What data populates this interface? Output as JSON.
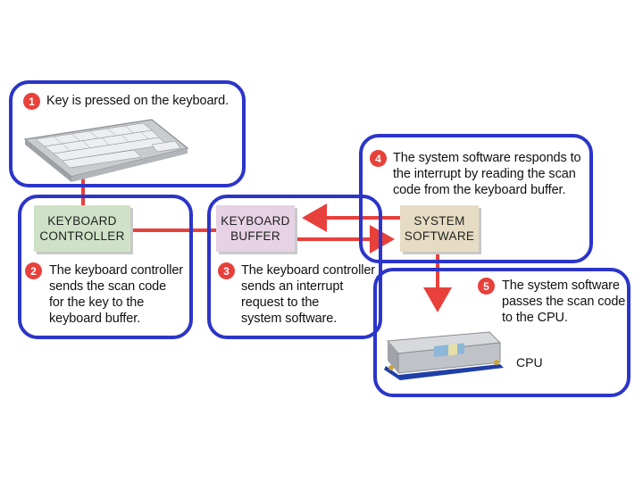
{
  "steps": [
    {
      "number": "1",
      "text": "Key is pressed on the keyboard."
    },
    {
      "number": "2",
      "text": "The keyboard controller\nsends the scan code\nfor the key to the\nkeyboard buffer."
    },
    {
      "number": "3",
      "text": "The keyboard controller\nsends an interrupt\nrequest to the\nsystem software."
    },
    {
      "number": "4",
      "text": "The system software responds to\nthe interrupt by reading the scan\ncode from the keyboard buffer."
    },
    {
      "number": "5",
      "text": "The system software\npasses the scan code\nto the CPU."
    }
  ],
  "boxes": {
    "keyboard_controller": "KEYBOARD\nCONTROLLER",
    "keyboard_buffer": "KEYBOARD\nBUFFER",
    "system_software": "SYSTEM\nSOFTWARE"
  },
  "cpu_label": "CPU",
  "colors": {
    "outline": "#2b35c9",
    "arrow": "#e8403b",
    "badge": "#e8403b"
  },
  "icons": [
    "keyboard-icon",
    "cpu-icon"
  ]
}
